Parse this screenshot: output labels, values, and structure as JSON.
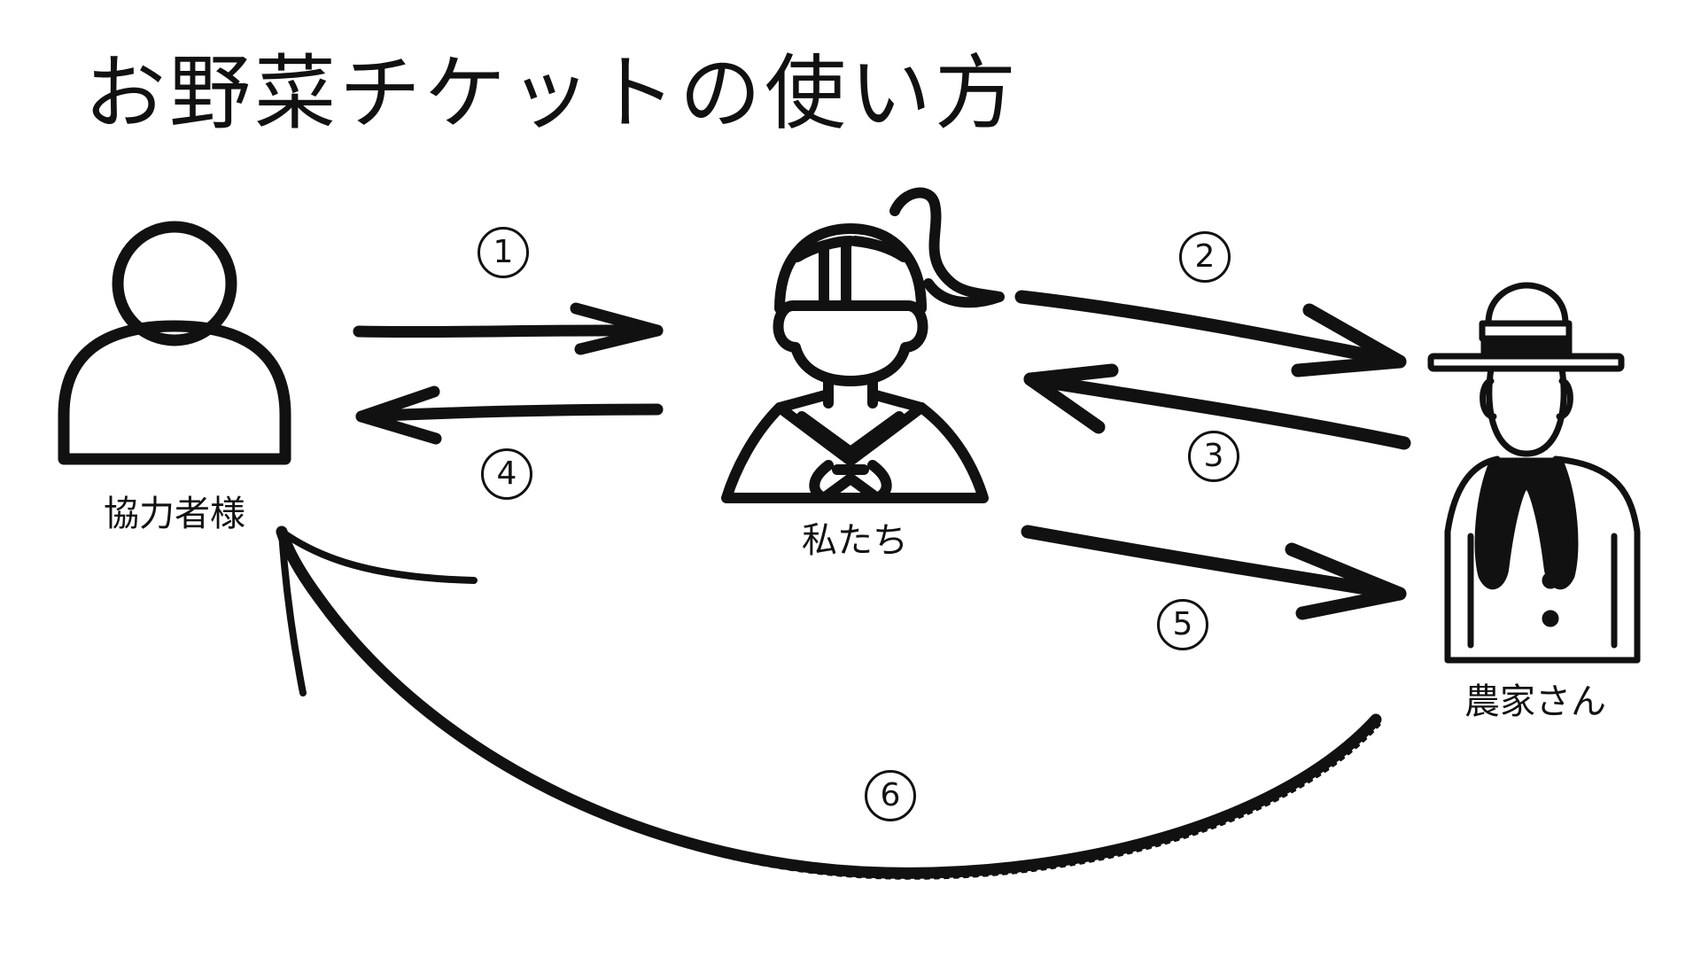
{
  "title": "お野菜チケットの使い方",
  "actors": {
    "supporter": {
      "label": "協力者様",
      "icon": "person-icon"
    },
    "us": {
      "label": "私たち",
      "icon": "student-icon"
    },
    "farmer": {
      "label": "農家さん",
      "icon": "farmer-icon"
    }
  },
  "steps": [
    {
      "number": "1",
      "from": "supporter",
      "to": "us"
    },
    {
      "number": "2",
      "from": "us",
      "to": "farmer"
    },
    {
      "number": "3",
      "from": "farmer",
      "to": "us"
    },
    {
      "number": "4",
      "from": "us",
      "to": "supporter"
    },
    {
      "number": "5",
      "from": "us",
      "to": "farmer"
    },
    {
      "number": "6",
      "from": "farmer",
      "to": "supporter"
    }
  ],
  "colors": {
    "ink": "#111111",
    "background": "#ffffff"
  }
}
